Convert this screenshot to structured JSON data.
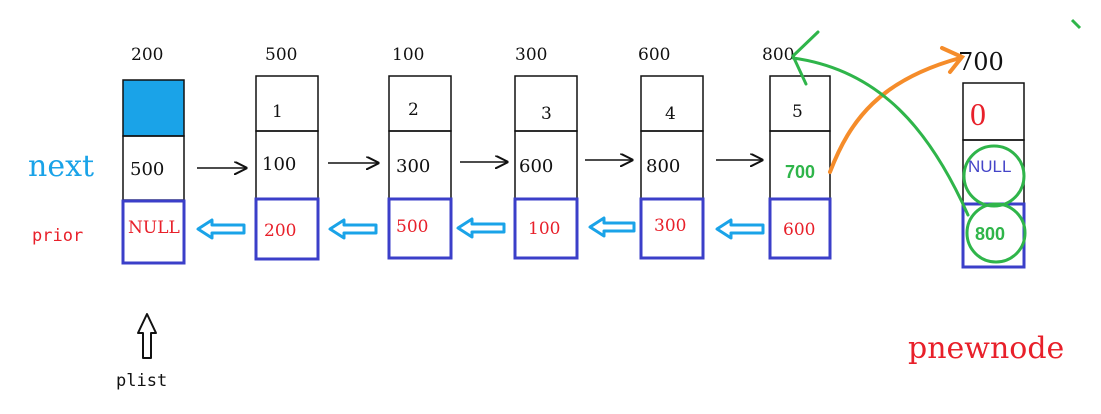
{
  "colors": {
    "highlight": "#1aa3e8",
    "next_label": "#1aa3e8",
    "prior_text": "#e8202a",
    "prior_border": "#3b3fc9",
    "green": "#2fb54a",
    "orange": "#f58c2a",
    "null_blue": "#4545c8",
    "pnewnode": "#e8202a"
  },
  "labels": {
    "next": "next",
    "prior": "prior",
    "plist": "plist",
    "pnewnode": "pnewnode"
  },
  "nodes": [
    {
      "address": "200",
      "data": "",
      "next": "500",
      "prior": "NULL"
    },
    {
      "address": "500",
      "data": "1",
      "next": "100",
      "prior": "200"
    },
    {
      "address": "100",
      "data": "2",
      "next": "300",
      "prior": "500"
    },
    {
      "address": "300",
      "data": "3",
      "next": "600",
      "prior": "100"
    },
    {
      "address": "600",
      "data": "4",
      "next": "800",
      "prior": "300"
    },
    {
      "address": "800",
      "data": "5",
      "next": "700",
      "prior": "600"
    }
  ],
  "new_node": {
    "address": "700",
    "data": "0",
    "next": "NULL",
    "prior": "800"
  }
}
